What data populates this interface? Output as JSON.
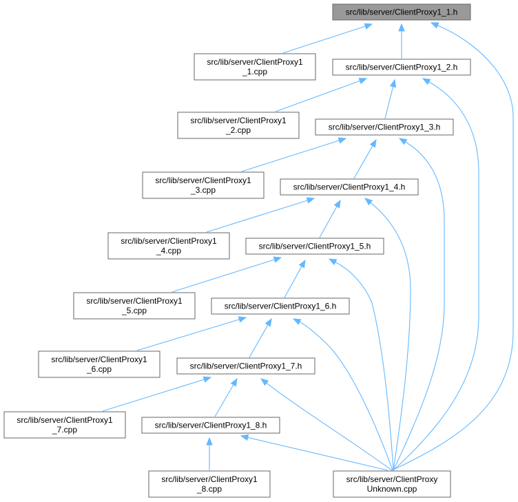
{
  "graph": {
    "nodes": [
      {
        "id": "h1",
        "lines": [
          "src/lib/server/ClientProxy1_1.h"
        ],
        "root": true
      },
      {
        "id": "cpp1",
        "lines": [
          "src/lib/server/ClientProxy1",
          "_1.cpp"
        ]
      },
      {
        "id": "h2",
        "lines": [
          "src/lib/server/ClientProxy1_2.h"
        ]
      },
      {
        "id": "cpp2",
        "lines": [
          "src/lib/server/ClientProxy1",
          "_2.cpp"
        ]
      },
      {
        "id": "h3",
        "lines": [
          "src/lib/server/ClientProxy1_3.h"
        ]
      },
      {
        "id": "cpp3",
        "lines": [
          "src/lib/server/ClientProxy1",
          "_3.cpp"
        ]
      },
      {
        "id": "h4",
        "lines": [
          "src/lib/server/ClientProxy1_4.h"
        ]
      },
      {
        "id": "cpp4",
        "lines": [
          "src/lib/server/ClientProxy1",
          "_4.cpp"
        ]
      },
      {
        "id": "h5",
        "lines": [
          "src/lib/server/ClientProxy1_5.h"
        ]
      },
      {
        "id": "cpp5",
        "lines": [
          "src/lib/server/ClientProxy1",
          "_5.cpp"
        ]
      },
      {
        "id": "h6",
        "lines": [
          "src/lib/server/ClientProxy1_6.h"
        ]
      },
      {
        "id": "cpp6",
        "lines": [
          "src/lib/server/ClientProxy1",
          "_6.cpp"
        ]
      },
      {
        "id": "h7",
        "lines": [
          "src/lib/server/ClientProxy1_7.h"
        ]
      },
      {
        "id": "cpp7",
        "lines": [
          "src/lib/server/ClientProxy1",
          "_7.cpp"
        ]
      },
      {
        "id": "h8",
        "lines": [
          "src/lib/server/ClientProxy1_8.h"
        ]
      },
      {
        "id": "cpp8",
        "lines": [
          "src/lib/server/ClientProxy1",
          "_8.cpp"
        ]
      },
      {
        "id": "unk",
        "lines": [
          "src/lib/server/ClientProxy",
          "Unknown.cpp"
        ]
      }
    ],
    "edges": [
      {
        "from": "cpp1",
        "to": "h1"
      },
      {
        "from": "h2",
        "to": "h1"
      },
      {
        "from": "unk",
        "to": "h1"
      },
      {
        "from": "cpp2",
        "to": "h2"
      },
      {
        "from": "h3",
        "to": "h2"
      },
      {
        "from": "unk",
        "to": "h2"
      },
      {
        "from": "cpp3",
        "to": "h3"
      },
      {
        "from": "h4",
        "to": "h3"
      },
      {
        "from": "unk",
        "to": "h3"
      },
      {
        "from": "cpp4",
        "to": "h4"
      },
      {
        "from": "h5",
        "to": "h4"
      },
      {
        "from": "unk",
        "to": "h4"
      },
      {
        "from": "cpp5",
        "to": "h5"
      },
      {
        "from": "h6",
        "to": "h5"
      },
      {
        "from": "unk",
        "to": "h5"
      },
      {
        "from": "cpp6",
        "to": "h6"
      },
      {
        "from": "h7",
        "to": "h6"
      },
      {
        "from": "unk",
        "to": "h6"
      },
      {
        "from": "cpp7",
        "to": "h7"
      },
      {
        "from": "h8",
        "to": "h7"
      },
      {
        "from": "unk",
        "to": "h7"
      },
      {
        "from": "cpp8",
        "to": "h8"
      },
      {
        "from": "unk",
        "to": "h8"
      }
    ],
    "colors": {
      "edge": "#63b8ff",
      "node_border": "#666666",
      "root_fill": "#999999",
      "node_fill": "#ffffff"
    }
  }
}
